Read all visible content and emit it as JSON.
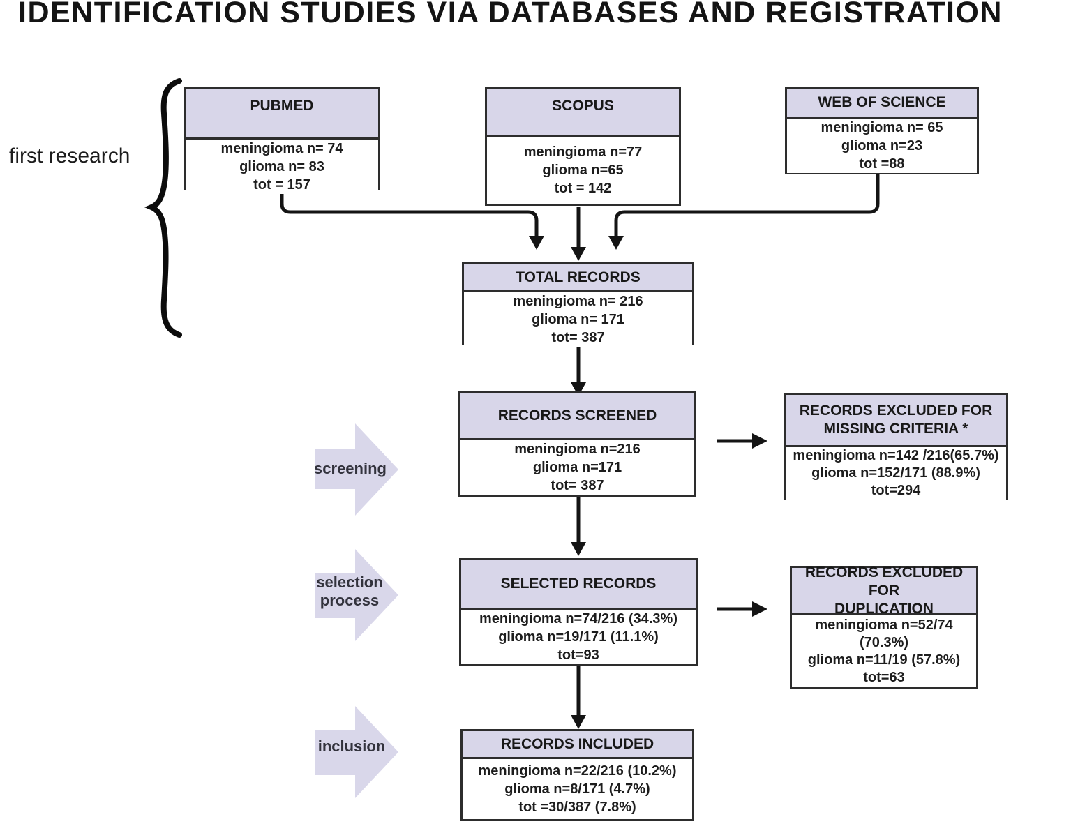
{
  "title": "IDENTIFICATION STUDIES VIA DATABASES AND REGISTRATION",
  "side_labels": {
    "first_research": "first research",
    "screening": "screening",
    "selection_process": [
      "selection",
      "process"
    ],
    "inclusion": "inclusion"
  },
  "colors": {
    "header_fill": "#d8d6e9",
    "arrow_fill": "#d9d7ea",
    "border": "#2d2d2d",
    "line": "#141414",
    "text": "#1c1c1c"
  },
  "boxes": {
    "pubmed": {
      "title_lines": [
        "PUBMED"
      ],
      "lines": [
        "meningioma n= 74",
        "glioma n= 83",
        "tot = 157"
      ]
    },
    "scopus": {
      "title_lines": [
        "SCOPUS"
      ],
      "lines": [
        "meningioma n=77",
        "glioma n=65",
        "tot = 142"
      ]
    },
    "web_of_science": {
      "title_lines": [
        "WEB OF SCIENCE"
      ],
      "lines": [
        "meningioma n= 65",
        "glioma n=23",
        "tot =88"
      ]
    },
    "total_records": {
      "title_lines": [
        "TOTAL RECORDS"
      ],
      "lines": [
        "meningioma n= 216",
        "glioma n= 171",
        "tot= 387"
      ]
    },
    "records_screened": {
      "title_lines": [
        "RECORDS SCREENED"
      ],
      "lines": [
        "meningioma n=216",
        "glioma n=171",
        "tot= 387"
      ]
    },
    "excluded_missing": {
      "title_lines": [
        "RECORDS EXCLUDED FOR",
        "MISSING CRITERIA *"
      ],
      "lines": [
        "meningioma n=142 /216(65.7%)",
        "glioma n=152/171 (88.9%)",
        "tot=294"
      ]
    },
    "selected_records": {
      "title_lines": [
        "SELECTED RECORDS"
      ],
      "lines": [
        "meningioma n=74/216 (34.3%)",
        "glioma n=19/171 (11.1%)",
        "tot=93"
      ]
    },
    "excluded_duplication": {
      "title_lines": [
        "RECORDS EXCLUDED FOR",
        "DUPLICATION"
      ],
      "lines": [
        "meningioma n=52/74",
        "(70.3%)",
        "glioma n=11/19 (57.8%)",
        "tot=63"
      ]
    },
    "records_included": {
      "title_lines": [
        "RECORDS INCLUDED"
      ],
      "lines": [
        "meningioma n=22/216 (10.2%)",
        "glioma n=8/171 (4.7%)",
        "tot =30/387 (7.8%)"
      ]
    }
  }
}
